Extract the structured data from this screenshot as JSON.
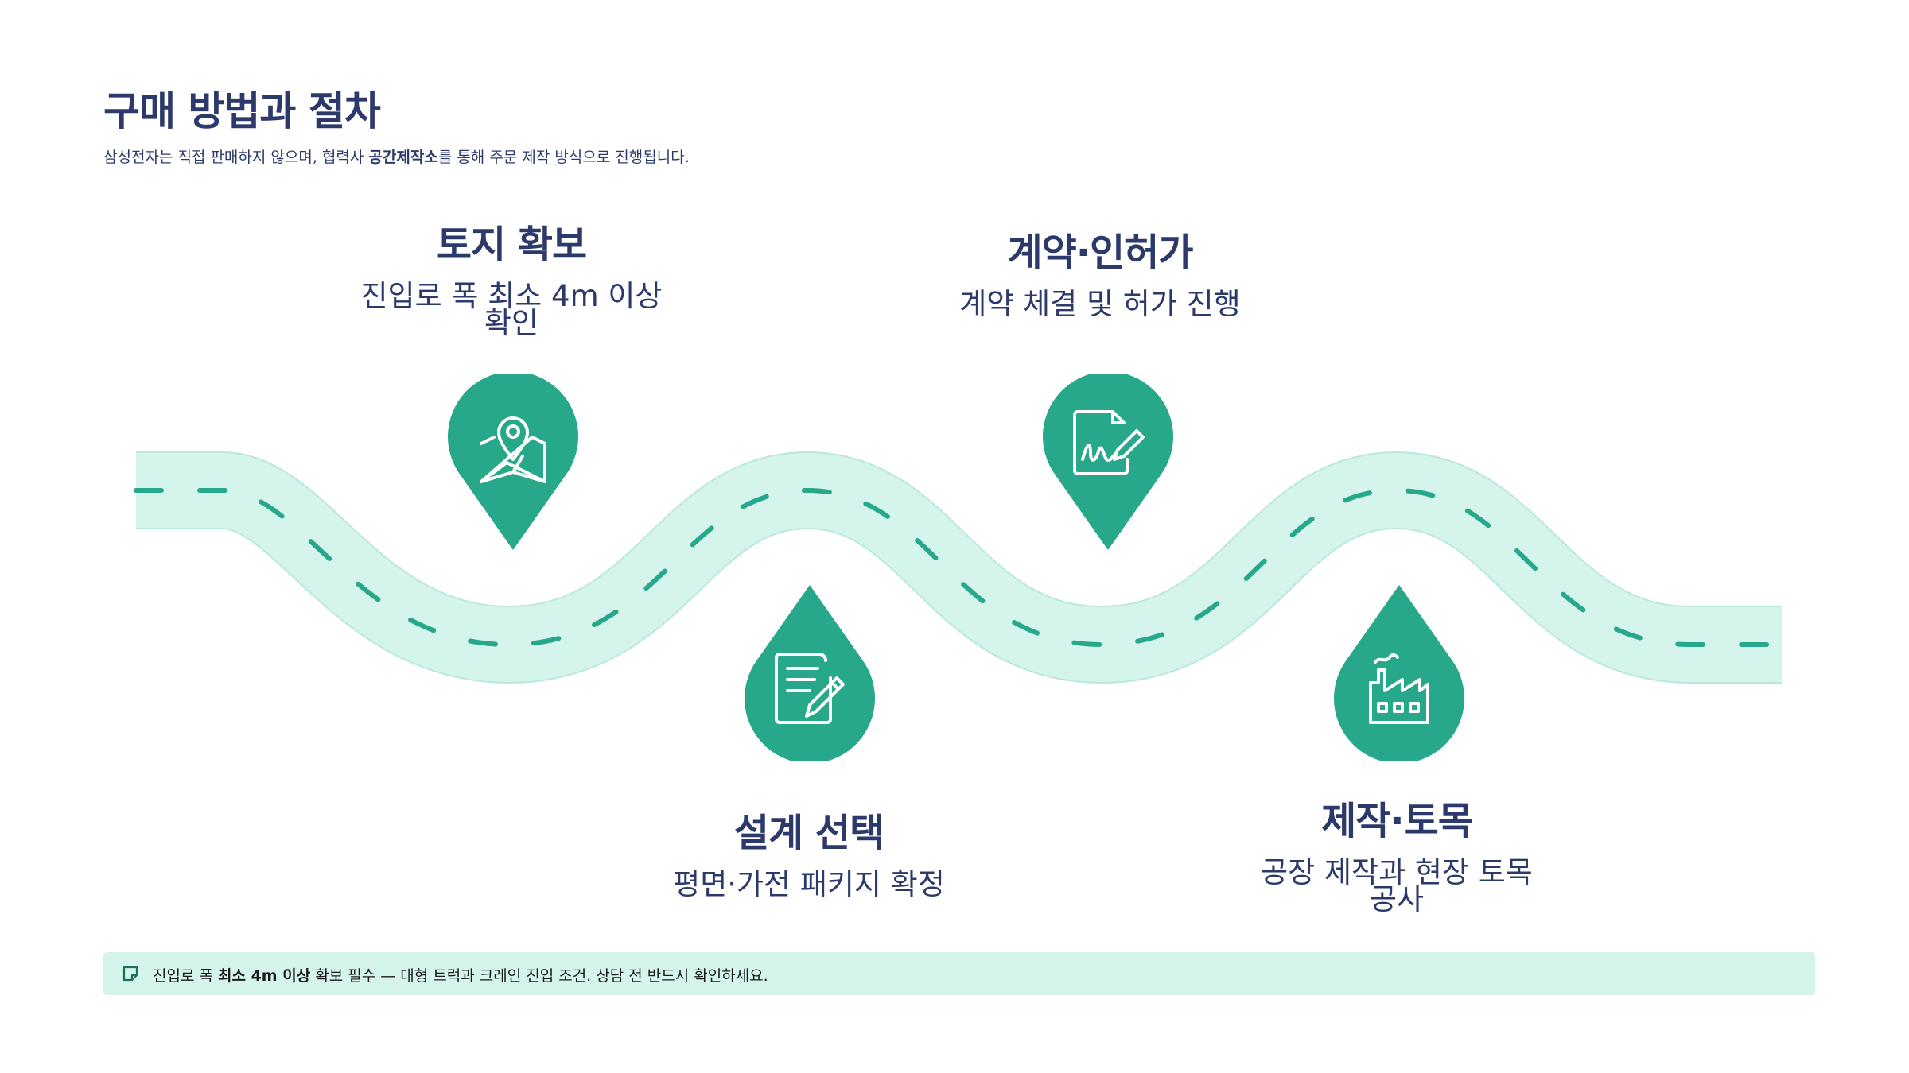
{
  "title": "구매 방법과 절차",
  "subtitle": {
    "before": "삼성전자는 직접 판매하지 않으며, 협력사 ",
    "bold": "공간제작소",
    "after": "를 통해 주문 제작 방식으로 진행됩니다."
  },
  "steps": [
    {
      "title": "토지 확보",
      "desc": "진입로 폭 최소 4m 이상 확인",
      "icon": "map-pin-icon"
    },
    {
      "title": "설계 선택",
      "desc": "평면·가전 패키지 확정",
      "icon": "document-edit-icon"
    },
    {
      "title": "계약·인허가",
      "desc": "계약 체결 및 허가 진행",
      "icon": "contract-sign-icon"
    },
    {
      "title": "제작·토목",
      "desc": "공장 제작과 현장 토목 공사",
      "icon": "factory-icon"
    }
  ],
  "note": {
    "icon": "sticky-note-icon",
    "before": "진입로 폭 ",
    "bold": "최소 4m 이상",
    "after": " 확보 필수 — 대형 트럭과 크레인 진입 조건. 상담 전 반드시 확인하세요."
  },
  "colors": {
    "accent": "#27a88a",
    "road": "#d4f4ec",
    "title": "#2c3a6b"
  }
}
